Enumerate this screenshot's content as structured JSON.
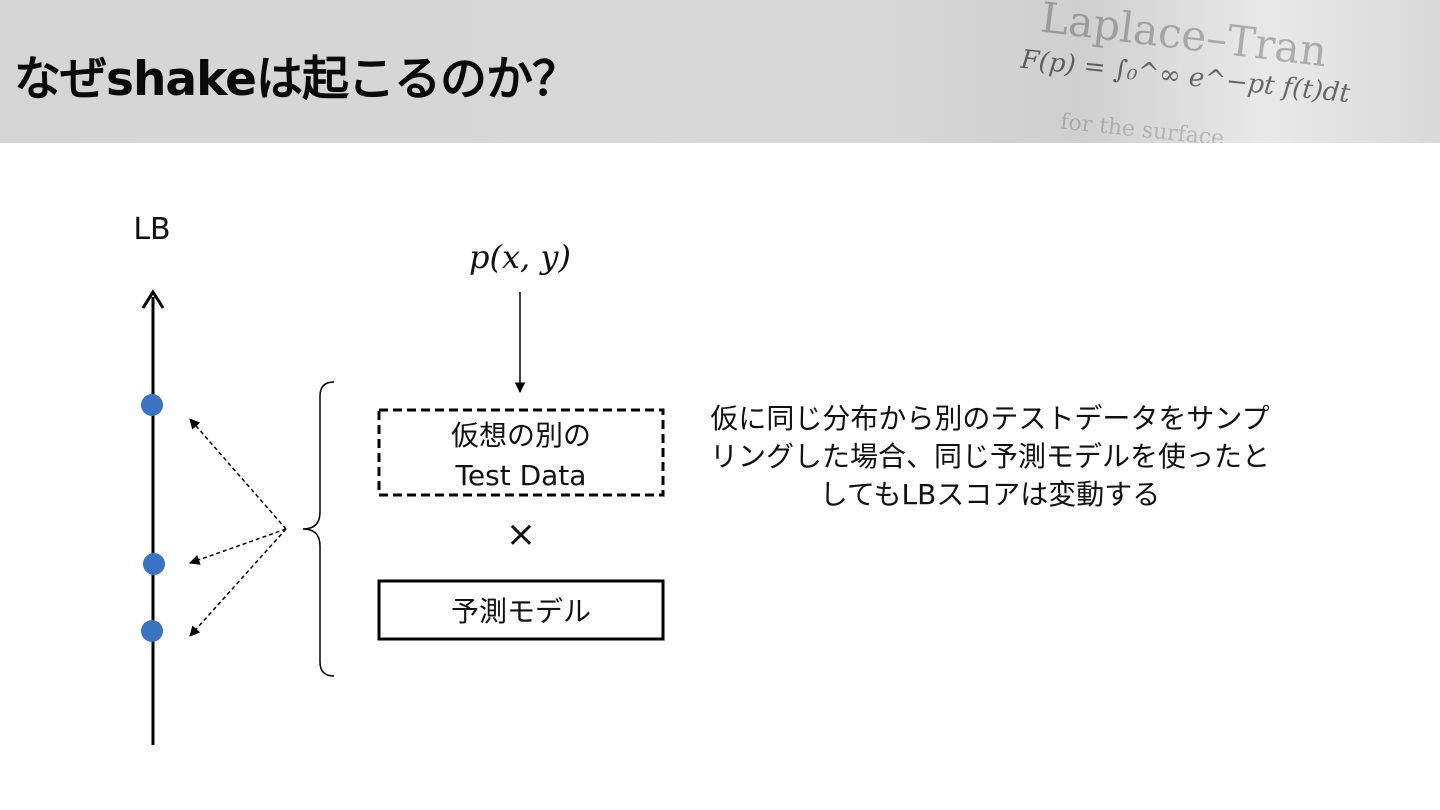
{
  "header": {
    "title": "なぜshakeは起こるのか？",
    "background_formula_lines": [
      "Laplace–Tran",
      "F(p) = ∫₀^∞ e^−pt f(t)dt",
      "for the surface"
    ]
  },
  "diagram": {
    "axis_label": "LB",
    "distribution_formula": "p(x, y)",
    "hypothetical_box": {
      "line1": "仮想の別の",
      "line2": "Test Data"
    },
    "operator": "×",
    "model_box": {
      "label": "予測モデル"
    },
    "explanation": "仮に同じ分布から別のテストデータをサンプリングした場合、同じ予測モデルを使ったとしてもLBスコアは変動する",
    "colors": {
      "point": "#3b73c2",
      "line": "#000000"
    }
  }
}
